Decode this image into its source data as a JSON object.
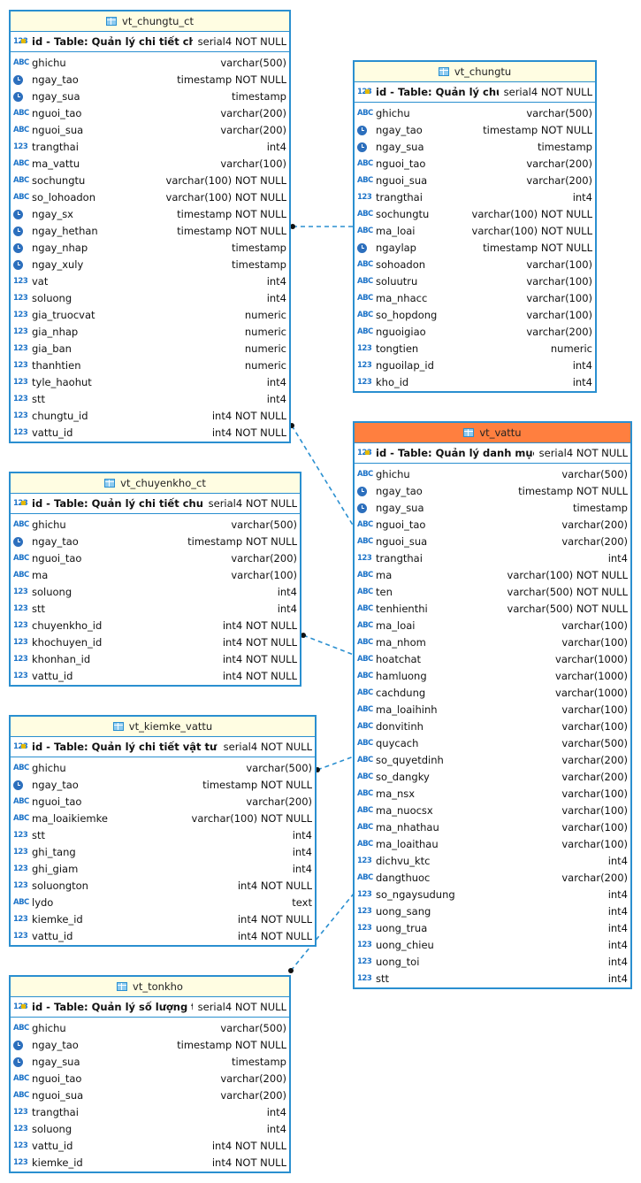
{
  "tables": [
    {
      "id": "vt_chungtu_ct",
      "name": "vt_chungtu_ct",
      "highlight": false,
      "pk": {
        "label": "id - Table: Quản lý chi tiết chứng từ",
        "type": "serial4 NOT NULL",
        "icon": "number-key-icon"
      },
      "columns": [
        {
          "name": "ghichu",
          "type": "varchar(500)",
          "icon": "text-icon"
        },
        {
          "name": "ngay_tao",
          "type": "timestamp NOT NULL",
          "icon": "clock-icon"
        },
        {
          "name": "ngay_sua",
          "type": "timestamp",
          "icon": "clock-icon"
        },
        {
          "name": "nguoi_tao",
          "type": "varchar(200)",
          "icon": "text-icon"
        },
        {
          "name": "nguoi_sua",
          "type": "varchar(200)",
          "icon": "text-icon"
        },
        {
          "name": "trangthai",
          "type": "int4",
          "icon": "number-icon"
        },
        {
          "name": "ma_vattu",
          "type": "varchar(100)",
          "icon": "text-icon"
        },
        {
          "name": "sochungtu",
          "type": "varchar(100) NOT NULL",
          "icon": "text-icon"
        },
        {
          "name": "so_lohoadon",
          "type": "varchar(100) NOT NULL",
          "icon": "text-icon"
        },
        {
          "name": "ngay_sx",
          "type": "timestamp NOT NULL",
          "icon": "clock-icon"
        },
        {
          "name": "ngay_hethan",
          "type": "timestamp NOT NULL",
          "icon": "clock-icon"
        },
        {
          "name": "ngay_nhap",
          "type": "timestamp",
          "icon": "clock-icon"
        },
        {
          "name": "ngay_xuly",
          "type": "timestamp",
          "icon": "clock-icon"
        },
        {
          "name": "vat",
          "type": "int4",
          "icon": "number-icon"
        },
        {
          "name": "soluong",
          "type": "int4",
          "icon": "number-icon"
        },
        {
          "name": "gia_truocvat",
          "type": "numeric",
          "icon": "number-icon"
        },
        {
          "name": "gia_nhap",
          "type": "numeric",
          "icon": "number-icon"
        },
        {
          "name": "gia_ban",
          "type": "numeric",
          "icon": "number-icon"
        },
        {
          "name": "thanhtien",
          "type": "numeric",
          "icon": "number-icon"
        },
        {
          "name": "tyle_haohut",
          "type": "int4",
          "icon": "number-icon"
        },
        {
          "name": "stt",
          "type": "int4",
          "icon": "number-icon"
        },
        {
          "name": "chungtu_id",
          "type": "int4 NOT NULL",
          "icon": "number-icon"
        },
        {
          "name": "vattu_id",
          "type": "int4 NOT NULL",
          "icon": "number-icon"
        }
      ]
    },
    {
      "id": "vt_chungtu",
      "name": "vt_chungtu",
      "highlight": false,
      "pk": {
        "label": "id - Table: Quản lý chứng từ",
        "type": "serial4 NOT NULL",
        "icon": "number-key-icon"
      },
      "columns": [
        {
          "name": "ghichu",
          "type": "varchar(500)",
          "icon": "text-icon"
        },
        {
          "name": "ngay_tao",
          "type": "timestamp NOT NULL",
          "icon": "clock-icon"
        },
        {
          "name": "ngay_sua",
          "type": "timestamp",
          "icon": "clock-icon"
        },
        {
          "name": "nguoi_tao",
          "type": "varchar(200)",
          "icon": "text-icon"
        },
        {
          "name": "nguoi_sua",
          "type": "varchar(200)",
          "icon": "text-icon"
        },
        {
          "name": "trangthai",
          "type": "int4",
          "icon": "number-icon"
        },
        {
          "name": "sochungtu",
          "type": "varchar(100) NOT NULL",
          "icon": "text-icon"
        },
        {
          "name": "ma_loai",
          "type": "varchar(100) NOT NULL",
          "icon": "text-icon"
        },
        {
          "name": "ngaylap",
          "type": "timestamp NOT NULL",
          "icon": "clock-icon"
        },
        {
          "name": "sohoadon",
          "type": "varchar(100)",
          "icon": "text-icon"
        },
        {
          "name": "soluutru",
          "type": "varchar(100)",
          "icon": "text-icon"
        },
        {
          "name": "ma_nhacc",
          "type": "varchar(100)",
          "icon": "text-icon"
        },
        {
          "name": "so_hopdong",
          "type": "varchar(100)",
          "icon": "text-icon"
        },
        {
          "name": "nguoigiao",
          "type": "varchar(200)",
          "icon": "text-icon"
        },
        {
          "name": "tongtien",
          "type": "numeric",
          "icon": "number-icon"
        },
        {
          "name": "nguoilap_id",
          "type": "int4",
          "icon": "number-icon"
        },
        {
          "name": "kho_id",
          "type": "int4",
          "icon": "number-icon"
        }
      ]
    },
    {
      "id": "vt_chuyenkho_ct",
      "name": "vt_chuyenkho_ct",
      "highlight": false,
      "pk": {
        "label": "id - Table: Quản lý chi tiết chuyển kho",
        "type": "serial4 NOT NULL",
        "icon": "number-key-icon"
      },
      "columns": [
        {
          "name": "ghichu",
          "type": "varchar(500)",
          "icon": "text-icon"
        },
        {
          "name": "ngay_tao",
          "type": "timestamp NOT NULL",
          "icon": "clock-icon"
        },
        {
          "name": "nguoi_tao",
          "type": "varchar(200)",
          "icon": "text-icon"
        },
        {
          "name": "ma",
          "type": "varchar(100)",
          "icon": "text-icon"
        },
        {
          "name": "soluong",
          "type": "int4",
          "icon": "number-icon"
        },
        {
          "name": "stt",
          "type": "int4",
          "icon": "number-icon"
        },
        {
          "name": "chuyenkho_id",
          "type": "int4 NOT NULL",
          "icon": "number-icon"
        },
        {
          "name": "khochuyen_id",
          "type": "int4 NOT NULL",
          "icon": "number-icon"
        },
        {
          "name": "khonhan_id",
          "type": "int4 NOT NULL",
          "icon": "number-icon"
        },
        {
          "name": "vattu_id",
          "type": "int4 NOT NULL",
          "icon": "number-icon"
        }
      ]
    },
    {
      "id": "vt_kiemke_vattu",
      "name": "vt_kiemke_vattu",
      "highlight": false,
      "pk": {
        "label": "id - Table: Quản lý chi tiết vật tư kiểm kê",
        "type": "serial4 NOT NULL",
        "icon": "number-key-icon"
      },
      "columns": [
        {
          "name": "ghichu",
          "type": "varchar(500)",
          "icon": "text-icon"
        },
        {
          "name": "ngay_tao",
          "type": "timestamp NOT NULL",
          "icon": "clock-icon"
        },
        {
          "name": "nguoi_tao",
          "type": "varchar(200)",
          "icon": "text-icon"
        },
        {
          "name": "ma_loaikiemke",
          "type": "varchar(100) NOT NULL",
          "icon": "text-icon"
        },
        {
          "name": "stt",
          "type": "int4",
          "icon": "number-icon"
        },
        {
          "name": "ghi_tang",
          "type": "int4",
          "icon": "number-icon"
        },
        {
          "name": "ghi_giam",
          "type": "int4",
          "icon": "number-icon"
        },
        {
          "name": "soluongton",
          "type": "int4 NOT NULL",
          "icon": "number-icon"
        },
        {
          "name": "lydo",
          "type": "text",
          "icon": "text-icon"
        },
        {
          "name": "kiemke_id",
          "type": "int4 NOT NULL",
          "icon": "number-icon"
        },
        {
          "name": "vattu_id",
          "type": "int4 NOT NULL",
          "icon": "number-icon"
        }
      ]
    },
    {
      "id": "vt_tonkho",
      "name": "vt_tonkho",
      "highlight": false,
      "pk": {
        "label": "id - Table: Quản lý số lượng tồn kho",
        "type": "serial4 NOT NULL",
        "icon": "number-key-icon"
      },
      "columns": [
        {
          "name": "ghichu",
          "type": "varchar(500)",
          "icon": "text-icon"
        },
        {
          "name": "ngay_tao",
          "type": "timestamp NOT NULL",
          "icon": "clock-icon"
        },
        {
          "name": "ngay_sua",
          "type": "timestamp",
          "icon": "clock-icon"
        },
        {
          "name": "nguoi_tao",
          "type": "varchar(200)",
          "icon": "text-icon"
        },
        {
          "name": "nguoi_sua",
          "type": "varchar(200)",
          "icon": "text-icon"
        },
        {
          "name": "trangthai",
          "type": "int4",
          "icon": "number-icon"
        },
        {
          "name": "soluong",
          "type": "int4",
          "icon": "number-icon"
        },
        {
          "name": "vattu_id",
          "type": "int4 NOT NULL",
          "icon": "number-icon"
        },
        {
          "name": "kiemke_id",
          "type": "int4 NOT NULL",
          "icon": "number-icon"
        }
      ]
    },
    {
      "id": "vt_vattu",
      "name": "vt_vattu",
      "highlight": true,
      "pk": {
        "label": "id - Table: Quản lý danh mục vật tư",
        "type": "serial4 NOT NULL",
        "icon": "number-key-icon"
      },
      "columns": [
        {
          "name": "ghichu",
          "type": "varchar(500)",
          "icon": "text-icon"
        },
        {
          "name": "ngay_tao",
          "type": "timestamp NOT NULL",
          "icon": "clock-icon"
        },
        {
          "name": "ngay_sua",
          "type": "timestamp",
          "icon": "clock-icon"
        },
        {
          "name": "nguoi_tao",
          "type": "varchar(200)",
          "icon": "text-icon"
        },
        {
          "name": "nguoi_sua",
          "type": "varchar(200)",
          "icon": "text-icon"
        },
        {
          "name": "trangthai",
          "type": "int4",
          "icon": "number-icon"
        },
        {
          "name": "ma",
          "type": "varchar(100) NOT NULL",
          "icon": "text-icon"
        },
        {
          "name": "ten",
          "type": "varchar(500) NOT NULL",
          "icon": "text-icon"
        },
        {
          "name": "tenhienthi",
          "type": "varchar(500) NOT NULL",
          "icon": "text-icon"
        },
        {
          "name": "ma_loai",
          "type": "varchar(100)",
          "icon": "text-icon"
        },
        {
          "name": "ma_nhom",
          "type": "varchar(100)",
          "icon": "text-icon"
        },
        {
          "name": "hoatchat",
          "type": "varchar(1000)",
          "icon": "text-icon"
        },
        {
          "name": "hamluong",
          "type": "varchar(1000)",
          "icon": "text-icon"
        },
        {
          "name": "cachdung",
          "type": "varchar(1000)",
          "icon": "text-icon"
        },
        {
          "name": "ma_loaihinh",
          "type": "varchar(100)",
          "icon": "text-icon"
        },
        {
          "name": "donvitinh",
          "type": "varchar(100)",
          "icon": "text-icon"
        },
        {
          "name": "quycach",
          "type": "varchar(500)",
          "icon": "text-icon"
        },
        {
          "name": "so_quyetdinh",
          "type": "varchar(200)",
          "icon": "text-icon"
        },
        {
          "name": "so_dangky",
          "type": "varchar(200)",
          "icon": "text-icon"
        },
        {
          "name": "ma_nsx",
          "type": "varchar(100)",
          "icon": "text-icon"
        },
        {
          "name": "ma_nuocsx",
          "type": "varchar(100)",
          "icon": "text-icon"
        },
        {
          "name": "ma_nhathau",
          "type": "varchar(100)",
          "icon": "text-icon"
        },
        {
          "name": "ma_loaithau",
          "type": "varchar(100)",
          "icon": "text-icon"
        },
        {
          "name": "dichvu_ktc",
          "type": "int4",
          "icon": "number-icon"
        },
        {
          "name": "dangthuoc",
          "type": "varchar(200)",
          "icon": "text-icon"
        },
        {
          "name": "so_ngaysudung",
          "type": "int4",
          "icon": "number-icon"
        },
        {
          "name": "uong_sang",
          "type": "int4",
          "icon": "number-icon"
        },
        {
          "name": "uong_trua",
          "type": "int4",
          "icon": "number-icon"
        },
        {
          "name": "uong_chieu",
          "type": "int4",
          "icon": "number-icon"
        },
        {
          "name": "uong_toi",
          "type": "int4",
          "icon": "number-icon"
        },
        {
          "name": "stt",
          "type": "int4",
          "icon": "number-icon"
        }
      ]
    }
  ],
  "icon_text": {
    "text": "ABC",
    "number": "123"
  },
  "relationships": [
    {
      "from": "vt_chungtu_ct",
      "to": "vt_chungtu"
    },
    {
      "from": "vt_chungtu_ct",
      "to": "vt_vattu"
    },
    {
      "from": "vt_chuyenkho_ct",
      "to": "vt_vattu"
    },
    {
      "from": "vt_kiemke_vattu",
      "to": "vt_vattu"
    },
    {
      "from": "vt_tonkho",
      "to": "vt_vattu"
    }
  ],
  "colors": {
    "border": "#2a8fd0",
    "header": "#fffde2",
    "highlight_header": "#ff7f3f",
    "link": "#2a8fd0"
  }
}
